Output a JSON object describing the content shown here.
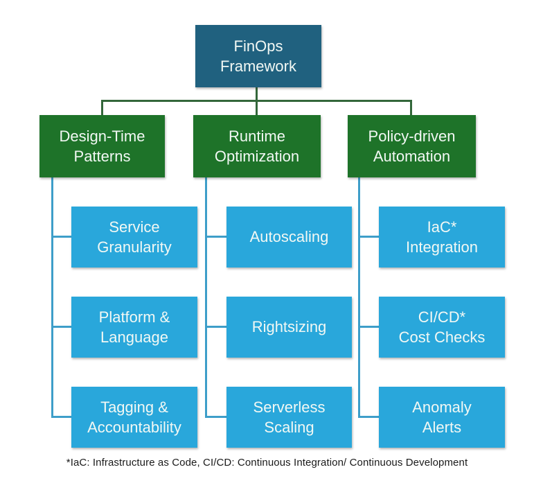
{
  "diagram": {
    "root": {
      "label": "FinOps\nFramework"
    },
    "branches": [
      {
        "label": "Design-Time\nPatterns",
        "children": [
          {
            "label": "Service\nGranularity"
          },
          {
            "label": "Platform &\nLanguage"
          },
          {
            "label": "Tagging &\nAccountability"
          }
        ]
      },
      {
        "label": "Runtime\nOptimization",
        "children": [
          {
            "label": "Autoscaling"
          },
          {
            "label": "Rightsizing"
          },
          {
            "label": "Serverless\nScaling"
          }
        ]
      },
      {
        "label": "Policy-driven\nAutomation",
        "children": [
          {
            "label": "IaC*\nIntegration"
          },
          {
            "label": "CI/CD*\nCost Checks"
          },
          {
            "label": "Anomaly\nAlerts"
          }
        ]
      }
    ],
    "footnote": "*IaC: Infrastructure as Code, CI/CD: Continuous Integration/ Continuous Development",
    "colors": {
      "background": "#FFFFFF",
      "root_fill": "#20617F",
      "branch_fill": "#1E7329",
      "child_fill": "#29A7DB",
      "root_connector": "#33673A",
      "branch_connector": "#3E9EC9",
      "box_text": "#F2F8F4",
      "footnote_text": "#1A1A1A"
    }
  }
}
